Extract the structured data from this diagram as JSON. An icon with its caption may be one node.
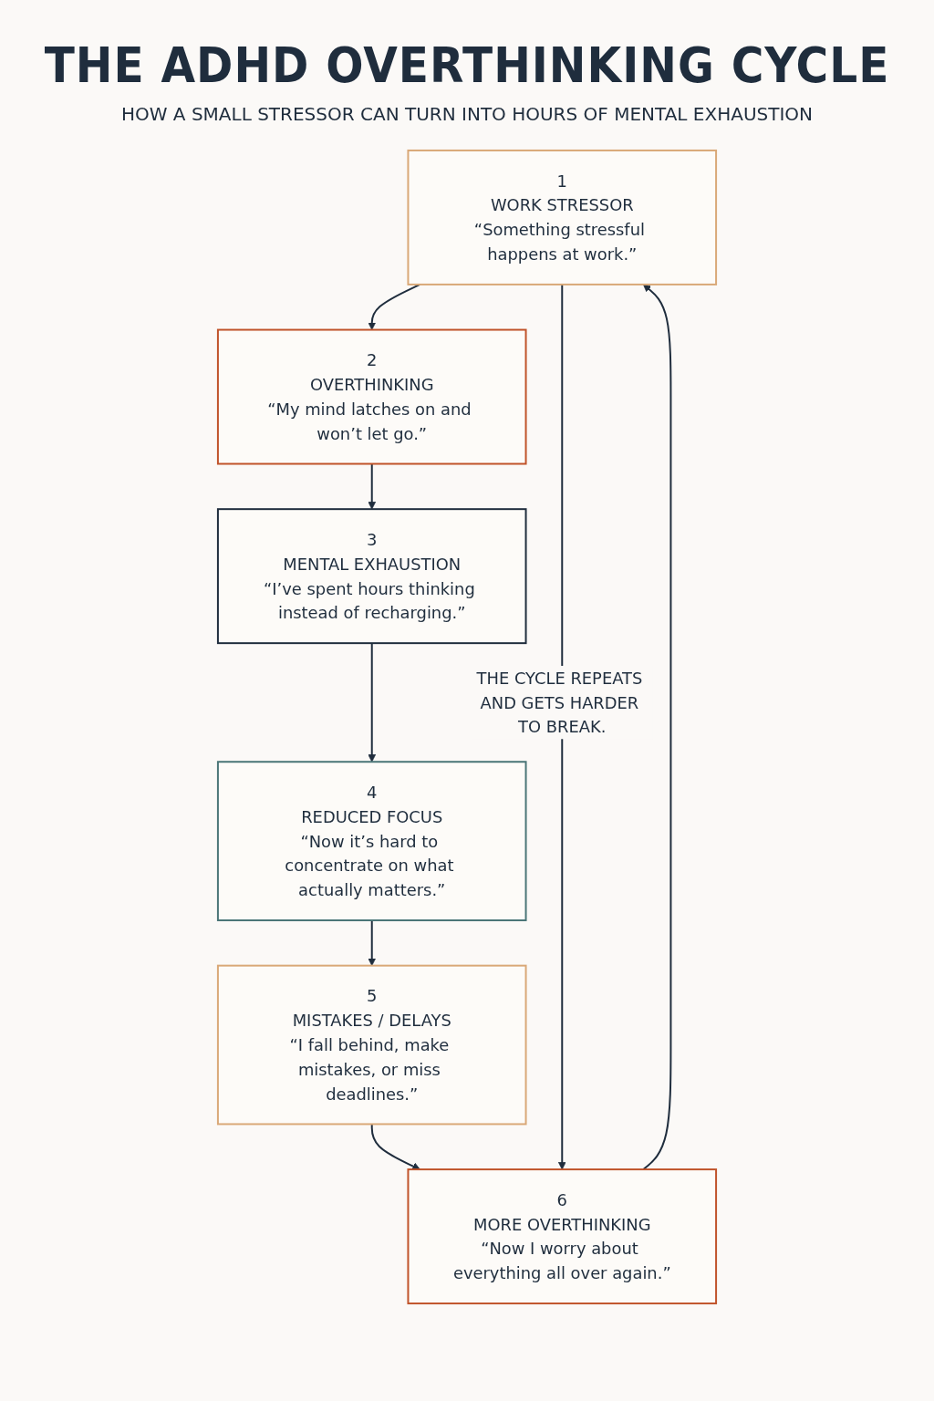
{
  "diagram": {
    "title": "THE ADHD OVERTHINKING CYCLE",
    "nodes": [
      {
        "text": [
          "1",
          "WORK STRESSOR",
          "“Something stressful happens at work.”"
        ]
      },
      {
        "text": [
          "2",
          "OVERTHINKING",
          "“My mind latches on and won’t let go.”"
        ]
      },
      {
        "text": [
          "3",
          "MENTAL EXHAUSTION",
          "“I’ve spent hours thinking instead of recharging.”"
        ]
      },
      {
        "text": [
          "4",
          "REDUCED FOCUS",
          "“Now it’s hard to concentrate on what actually matters.”"
        ]
      },
      {
        "text": [
          "5",
          "MISTAKES / DELAYS",
          "“I fall behind, make mistakes, or miss deadlines.”"
        ]
      },
      {
        "text": [
          "6",
          "MORE OVERTHINKING",
          "“Now I worry about everything all over again.”"
        ]
      }
    ],
    "edges": [
      {
        "from": 0,
        "to": 1,
        "arrow": "to"
      },
      {
        "from": 1,
        "to": 2,
        "arrow": "to"
      },
      {
        "from": 2,
        "to": 3,
        "arrow": "to"
      },
      {
        "from": 3,
        "to": 4,
        "arrow": "to"
      },
      {
        "from": 4,
        "to": 5,
        "arrow": "to"
      },
      {
        "from": 0,
        "to": 5,
        "arrow": "to",
        "label": "THE CYCLE REPEATS AND GETS HARDER TO BREAK."
      },
      {
        "from": 5,
        "to": 0,
        "arrow": "to"
      }
    ],
    "labels": [
      "HOW A SMALL STRESSOR CAN TURN INTO HOURS OF MENTAL EXHAUSTION"
    ]
  }
}
